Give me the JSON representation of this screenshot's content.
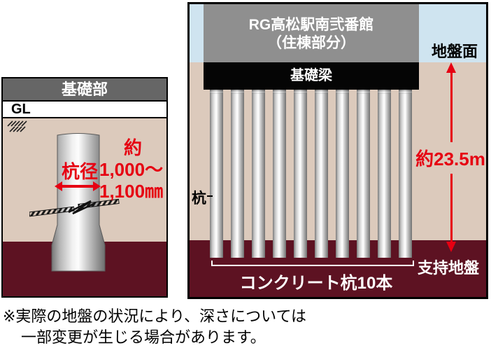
{
  "left_panel": {
    "title": "基礎部",
    "gl_label": "GL",
    "pile_diameter_label": "杭径",
    "approx_label": "約",
    "diameter_line1": "1,000〜",
    "diameter_line2": "1,100㎜"
  },
  "right_panel": {
    "building_name": "RG高松駅南弐番館",
    "building_sub": "（住棟部分）",
    "foundation_beam_label": "基礎梁",
    "ground_surface_label": "地盤面",
    "depth_label": "約23.5m",
    "pile_label": "杭",
    "bearing_stratum_label": "支持地盤",
    "pile_count_label": "コンクリート杭10本",
    "pile_count": 10
  },
  "note": {
    "line1": "※実際の地盤の状況により、深さについては",
    "line2": "一部変更が生じる場合があります。"
  },
  "colors": {
    "sky": "#cfe4f0",
    "ground": "#dccabc",
    "bearing": "#5d1222",
    "building": "#8f8f8f",
    "header": "#666666",
    "beam": "#050505",
    "red": "#e60012"
  }
}
